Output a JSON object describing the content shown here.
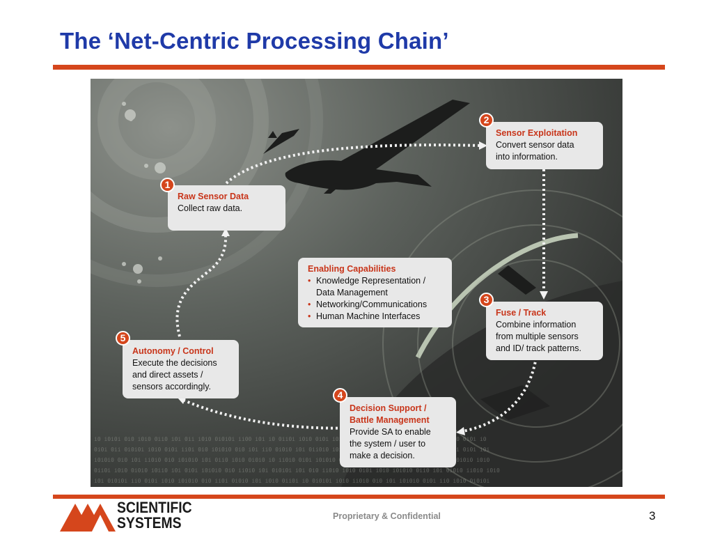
{
  "title": "The ‘Net-Centric Processing Chain’",
  "steps": [
    {
      "num": "1",
      "head": "Raw Sensor Data",
      "body": [
        "Collect raw data."
      ]
    },
    {
      "num": "2",
      "head": "Sensor Exploitation",
      "body": [
        "Convert sensor data",
        "into information."
      ]
    },
    {
      "num": "3",
      "head": "Fuse / Track",
      "body": [
        "Combine information",
        "from multiple sensors",
        "and ID/ track patterns."
      ]
    },
    {
      "num": "4",
      "head_lines": [
        "Decision Support /",
        "Battle Management"
      ],
      "body": [
        "Provide SA to enable",
        "the system / user to",
        "make a decision."
      ]
    },
    {
      "num": "5",
      "head": "Autonomy / Control",
      "body": [
        "Execute the decisions",
        "and direct assets /",
        "sensors accordingly."
      ]
    }
  ],
  "capabilities": {
    "head": "Enabling Capabilities",
    "items": [
      {
        "lines": [
          "Knowledge Representation /",
          "Data Management"
        ]
      },
      {
        "lines": [
          "Networking/Communications"
        ]
      },
      {
        "lines": [
          "Human Machine Interfaces"
        ]
      }
    ],
    "bullet": "•"
  },
  "logo": {
    "line1": "SCIENTIFIC",
    "line2": "SYSTEMS"
  },
  "footer": "Proprietary & Confidential",
  "page_number": "3",
  "colors": {
    "title": "#1f3aa8",
    "accent": "#d5461c",
    "card": "#e8e8e8"
  }
}
